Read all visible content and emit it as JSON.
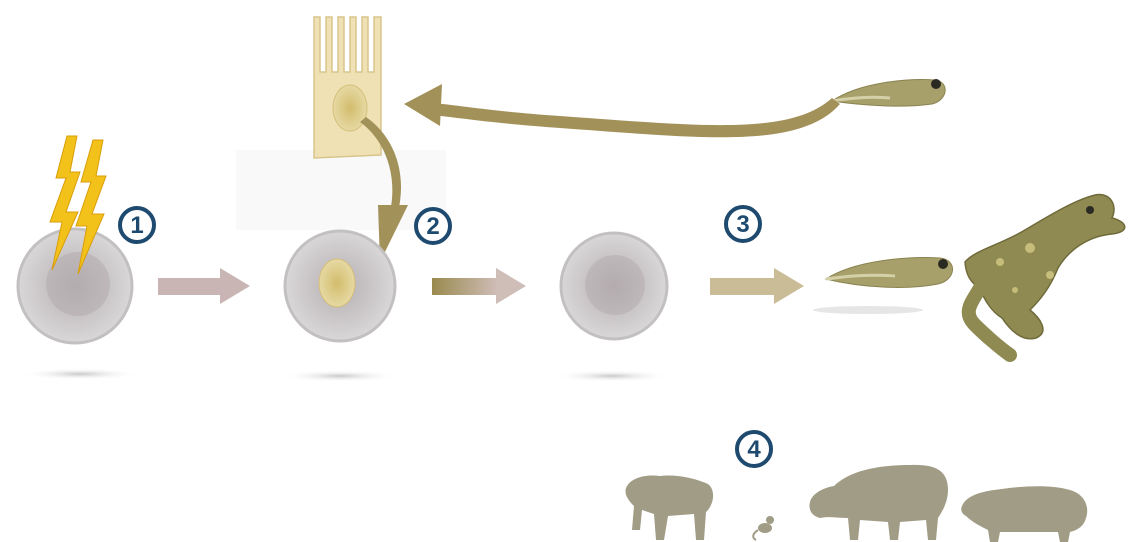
{
  "steps": [
    {
      "number": "1"
    },
    {
      "number": "2"
    },
    {
      "number": "3"
    },
    {
      "number": "4"
    }
  ],
  "colors": {
    "badge": "#1d4a6e",
    "olive_arrow": "#a3915a",
    "pink_arrow": "#c9b6b4",
    "gradient_arrow_start": "#9a8a4e",
    "gradient_arrow_end": "#cfbdb8",
    "tan_arrow": "#cbbc98",
    "lightning": "#f2c21b",
    "egg": "#cdcbcc",
    "nucleus": "#d9c27a",
    "cell": "#efe1b3",
    "animal_silhouette": "#a09c86",
    "tadpole": "#a8a06a",
    "frog": "#8f8a52"
  },
  "icons": [
    "lightning-icon",
    "egg-cell-icon",
    "intestinal-cell-icon",
    "tadpole-icon",
    "frog-icon",
    "sheep-icon",
    "mouse-icon",
    "cow-icon",
    "pig-icon"
  ]
}
